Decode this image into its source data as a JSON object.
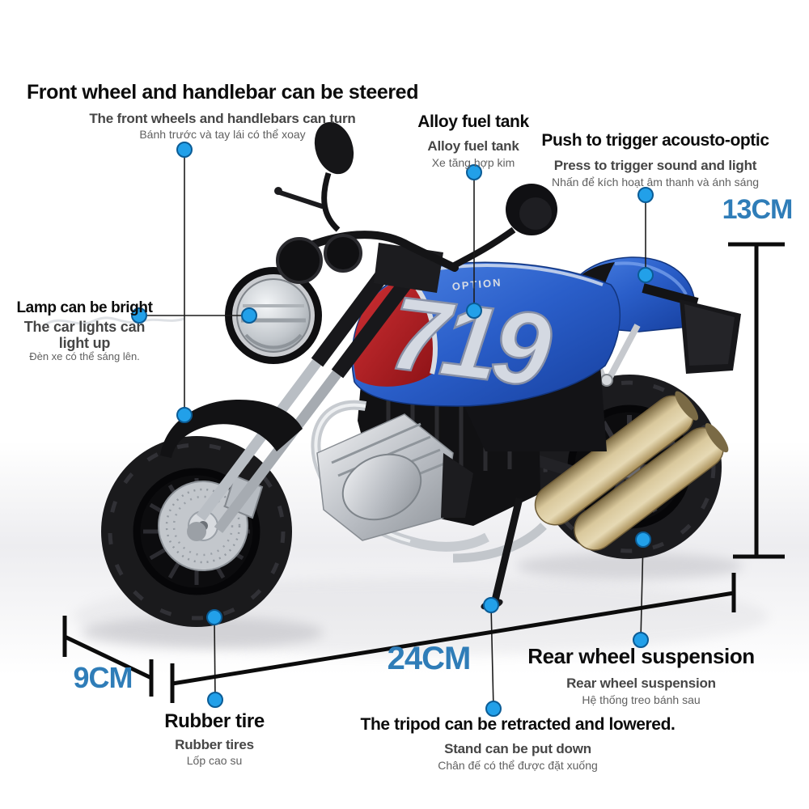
{
  "colors": {
    "accent_dot": "#22a0e9",
    "dot_border": "#0b5c96",
    "dimension_text": "#2f7db8",
    "tank_blue": "#2a5ec9",
    "tank_red": "#c1272d",
    "exhaust_brass": "#c9b488"
  },
  "callouts": {
    "steering": {
      "title": "Front wheel and handlebar can be steered",
      "subtitle": "The front wheels and handlebars can turn",
      "note": "Bánh trước và tay lái có thể xoay"
    },
    "fuel_tank": {
      "title": "Alloy fuel tank",
      "subtitle": "Alloy fuel tank",
      "note": "Xe tăng hợp kim"
    },
    "sound_light": {
      "title": "Push to trigger acousto-optic",
      "subtitle": "Press to trigger sound and light",
      "note": "Nhấn để kích hoạt âm thanh và ánh sáng"
    },
    "lamp": {
      "title": "Lamp can be bright",
      "subtitle": "The car lights can light up",
      "note": "Đèn xe có thể sáng lên."
    },
    "rear_suspension": {
      "title": "Rear wheel suspension",
      "subtitle": "Rear wheel suspension",
      "note": "Hệ thống treo bánh sau"
    },
    "rubber_tire": {
      "title": "Rubber tire",
      "subtitle": "Rubber tires",
      "note": "Lốp cao su"
    },
    "tripod": {
      "title": "The tripod can be retracted and lowered.",
      "subtitle": "Stand can be put down",
      "note": "Chân đế có thể được đặt xuống"
    }
  },
  "dimensions": {
    "height_label": "13CM",
    "depth_label": "9CM",
    "length_label": "24CM"
  },
  "bike": {
    "tank_number": "719",
    "tank_badge": "OPTION"
  }
}
